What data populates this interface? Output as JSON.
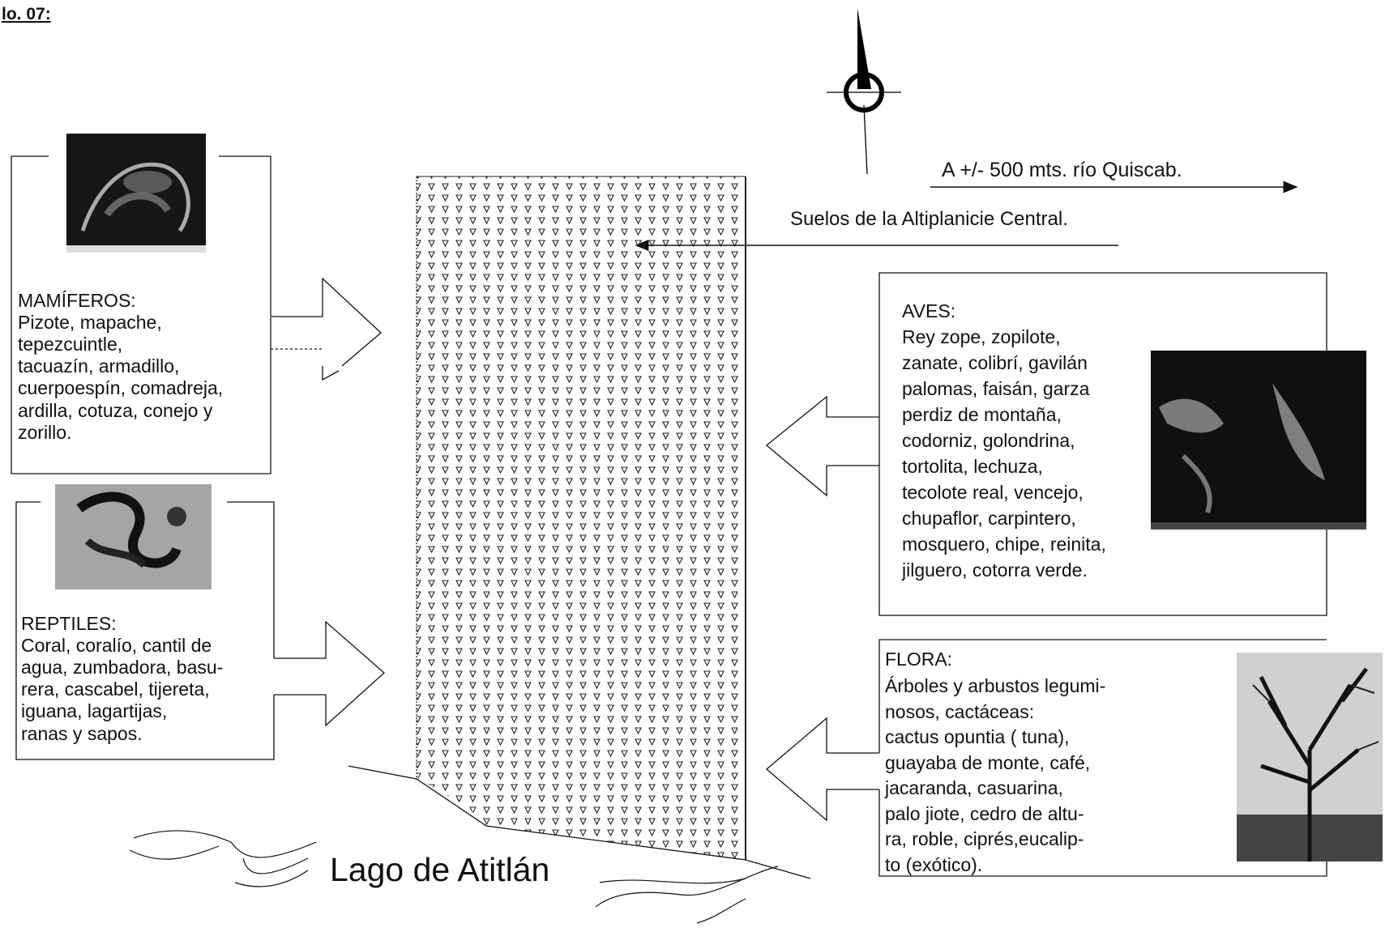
{
  "header": {
    "fig_label": "lo. 07:"
  },
  "north_note": {
    "text": "A +/- 500 mts. río Quiscab."
  },
  "soil_label": {
    "text": "Suelos de la Altiplanicie Central."
  },
  "lake_label": {
    "text": "Lago de Atitlán"
  },
  "panels": {
    "mamiferos": {
      "title": "MAMÍFEROS:",
      "body": "Pizote, mapache,\ntepezcuintle,\ntacuazín, armadillo,\ncuerpoespín, comadreja,\nardilla, cotuza, conejo y\nzorillo."
    },
    "reptiles": {
      "title": "REPTILES:",
      "body": "Coral, coralío, cantil de\nagua, zumbadora, basu-\nrera, cascabel, tijereta,\niguana, lagartijas,\nranas y sapos."
    },
    "aves": {
      "title": "AVES:",
      "body": "Rey zope, zopilote,\nzanate, colibrí, gavilán\npalomas, faisán, garza\nperdiz de montaña,\ncodorniz, golondrina,\ntortolita, lechuza,\ntecolote real, vencejo,\nchupaflor, carpintero,\nmosquero, chipe, reinita,\njilguero, cotorra verde."
    },
    "flora": {
      "title": "FLORA:",
      "body": "Árboles y arbustos legumi-\nnosos, cactáceas:\ncactus opuntia ( tuna),\nguayaba de monte, café,\njacaranda, casuarina,\npalo jiote, cedro de altu-\nra, roble, ciprés,eucalip-\nto (exótico)."
    }
  },
  "colors": {
    "ink": "#111111",
    "photo_dark": "#1a1a1a"
  }
}
